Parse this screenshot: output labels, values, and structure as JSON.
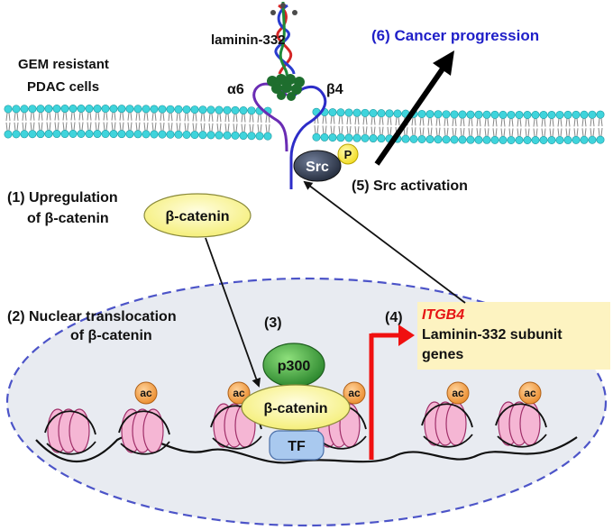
{
  "labels": {
    "laminin": "laminin-332",
    "cells_line1": "GEM resistant",
    "cells_line2": "PDAC cells",
    "alpha6": "α6",
    "beta4": "β4",
    "cancer": "(6) Cancer progression",
    "src": "Src",
    "phospho": "P",
    "src_activation": "(5) Src activation",
    "step1_line1": "(1) Upregulation",
    "step1_line2": "of β-catenin",
    "bcat_cytoplasm": "β-catenin",
    "step2_line1": "(2) Nuclear translocation",
    "step2_line2": "of β-catenin",
    "step3": "(3)",
    "p300": "p300",
    "bcat_nucleus": "β-catenin",
    "tf": "TF",
    "step4": "(4)",
    "itgb4": "ITGB4",
    "genes_line1": "Laminin-332 subunit",
    "genes_line2": "genes",
    "ac": "ac"
  },
  "colors": {
    "membrane_head": "#3fd4dc",
    "integrin": "#6a2cb4",
    "laminin_green": "#1e6e2e",
    "cancer_text": "#1f1fc8",
    "itgb4_text": "#e61414",
    "gene_box": "#fdf3c1",
    "bcat_fill": "#fbf7a1",
    "p300_fill": "#3a9a3a",
    "tf_fill": "#a9c9ef",
    "src_fill": "#2b3446",
    "ac_fill": "#f29b3c",
    "nucleosome": "#f5b6d4",
    "nucleus_fill": "#e8ebf1",
    "nucleus_border": "#4c54c8"
  }
}
